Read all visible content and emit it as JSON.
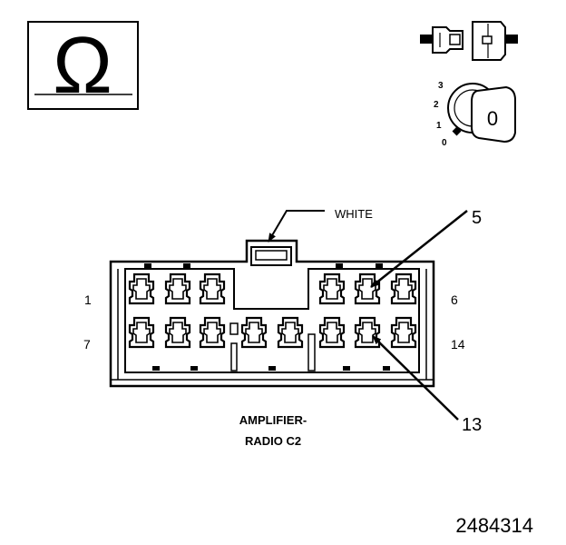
{
  "symbols": {
    "ohm_box": {
      "glyph": "Ω",
      "meaning": "ohmmeter-icon"
    },
    "connector_icon": {
      "icon": "connector-icon"
    },
    "ignition": {
      "positions": [
        "3",
        "2",
        "1",
        "0"
      ],
      "key_label": "0"
    }
  },
  "connector": {
    "callout_color_label": "WHITE",
    "callout_pin_top": "5",
    "callout_pin_bottom": "13",
    "row1_left_pin": "1",
    "row1_right_pin": "6",
    "row2_left_pin": "7",
    "row2_right_pin": "14",
    "name_line1": "AMPLIFIER-",
    "name_line2": "RADIO C2"
  },
  "figure_number": "2484314"
}
